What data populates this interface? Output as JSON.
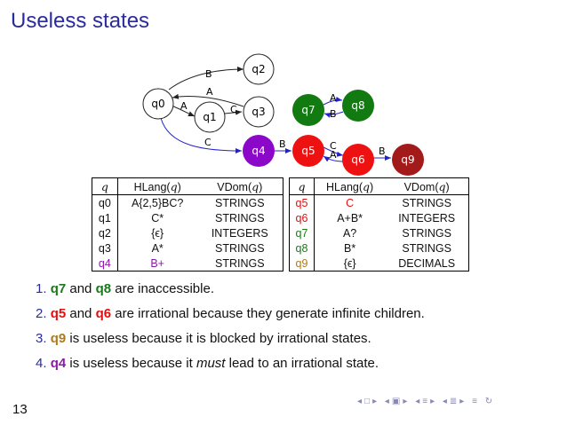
{
  "title": "Useless states",
  "diagram": {
    "states": [
      "q0",
      "q1",
      "q2",
      "q3",
      "q4",
      "q5",
      "q6",
      "q7",
      "q8",
      "q9"
    ],
    "edge_labels": {
      "q0_q2": "B",
      "q3_q0": "A",
      "q0_q1": "A",
      "q1_q3": "C",
      "q0_q4": "C",
      "q4_q5": "B",
      "q5_q6": "C",
      "q6_q5": "A",
      "q7_q8": "A",
      "q8_q7": "B",
      "q6_q9": "B"
    },
    "colors": {
      "q4": "#8b08c8",
      "q5": "#ee1111",
      "q6": "#ee1111",
      "q7": "#117a11",
      "q8": "#117a11",
      "q9": "#a31a1a",
      "edge_blue": "#2222cc"
    }
  },
  "table_left": {
    "headers": [
      "q",
      "HLang(q)",
      "VDom(q)"
    ],
    "rows": [
      [
        "q0",
        "A{2,5}BC?",
        "STRINGS"
      ],
      [
        "q1",
        "C*",
        "STRINGS"
      ],
      [
        "q2",
        "{ϵ}",
        "INTEGERS"
      ],
      [
        "q3",
        "A*",
        "STRINGS"
      ],
      [
        "q4",
        "B+",
        "STRINGS"
      ]
    ]
  },
  "table_right": {
    "headers": [
      "q",
      "HLang(q)",
      "VDom(q)"
    ],
    "rows": [
      [
        "q5",
        "C",
        "STRINGS"
      ],
      [
        "q6",
        "A+B*",
        "INTEGERS"
      ],
      [
        "q7",
        "A?",
        "STRINGS"
      ],
      [
        "q8",
        "B*",
        "STRINGS"
      ],
      [
        "q9",
        "{ϵ}",
        "DECIMALS"
      ]
    ]
  },
  "points": [
    {
      "num": "1.",
      "parts": [
        "q7",
        " and ",
        "q8",
        " are inaccessible."
      ]
    },
    {
      "num": "2.",
      "parts": [
        "q5",
        " and ",
        "q6",
        " are irrational because they generate infinite children."
      ]
    },
    {
      "num": "3.",
      "parts": [
        "q9",
        " is useless because it is blocked by irrational states."
      ]
    },
    {
      "num": "4.",
      "parts": [
        "q4",
        " is useless because it ",
        "must",
        " lead to an irrational state."
      ]
    }
  ],
  "page_number": "13"
}
